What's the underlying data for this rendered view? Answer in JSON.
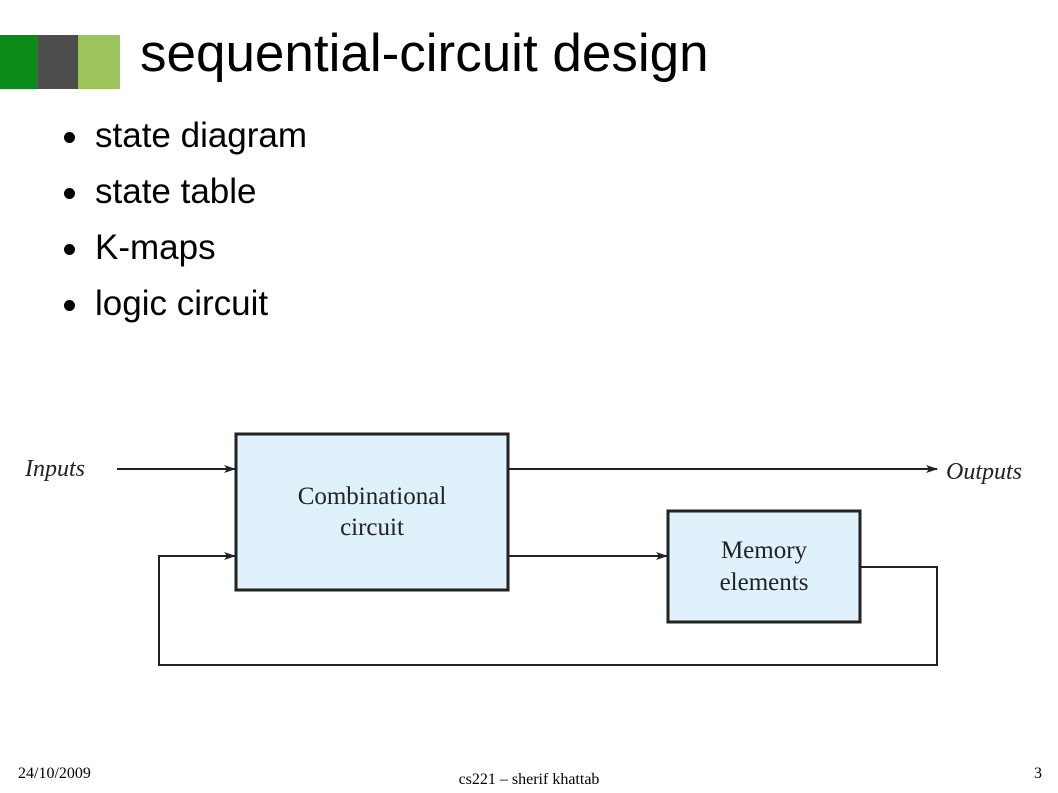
{
  "slide": {
    "title": "sequential-circuit design",
    "bullets": [
      "state diagram",
      "state table",
      "K-maps",
      "logic circuit"
    ]
  },
  "diagram": {
    "inputs_label": "Inputs",
    "outputs_label": "Outputs",
    "combinational_line1": "Combinational",
    "combinational_line2": "circuit",
    "memory_line1": "Memory",
    "memory_line2": "elements",
    "box_fill": "#dff1fb"
  },
  "footer": {
    "date": "24/10/2009",
    "center": "cs221 – sherif khattab",
    "page": "3"
  }
}
